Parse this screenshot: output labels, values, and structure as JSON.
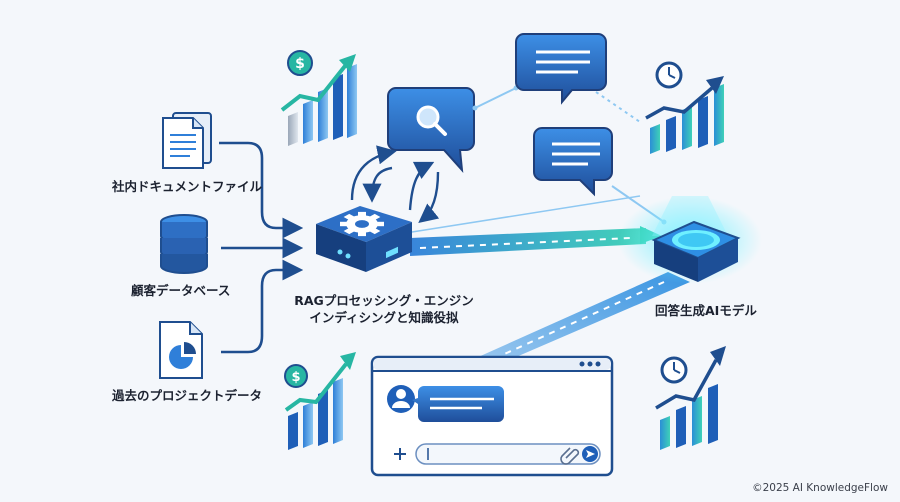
{
  "sources": [
    {
      "label": "社内ドキュメントファイル",
      "icon": "document-icon"
    },
    {
      "label": "顧客データベース",
      "icon": "database-icon"
    },
    {
      "label": "過去のプロジェクトデータ",
      "icon": "pie-chart-document-icon"
    }
  ],
  "engine": {
    "line1": "RAGプロセッシング・エンジン",
    "line2": "インディシングと知識役拟",
    "icon": "gear-icon"
  },
  "model": {
    "label": "回答生成AIモデル",
    "icon": "glowing-ai-chip-icon"
  },
  "chat": {
    "icons": [
      "user-avatar-icon",
      "plus-icon",
      "paperclip-icon",
      "send-icon"
    ]
  },
  "decor_icons": [
    "dollar-coin-icon",
    "clock-icon",
    "rising-bar-chart-icon",
    "magnifier-bubble-icon",
    "chat-bubble-icon"
  ],
  "copyright": "©2025 AI KnowledgeFlow",
  "colors": {
    "accent": "#2f8fe0",
    "dark_blue": "#1f4e8f",
    "glow": "#38c8f4",
    "teal": "#27b6a3"
  }
}
